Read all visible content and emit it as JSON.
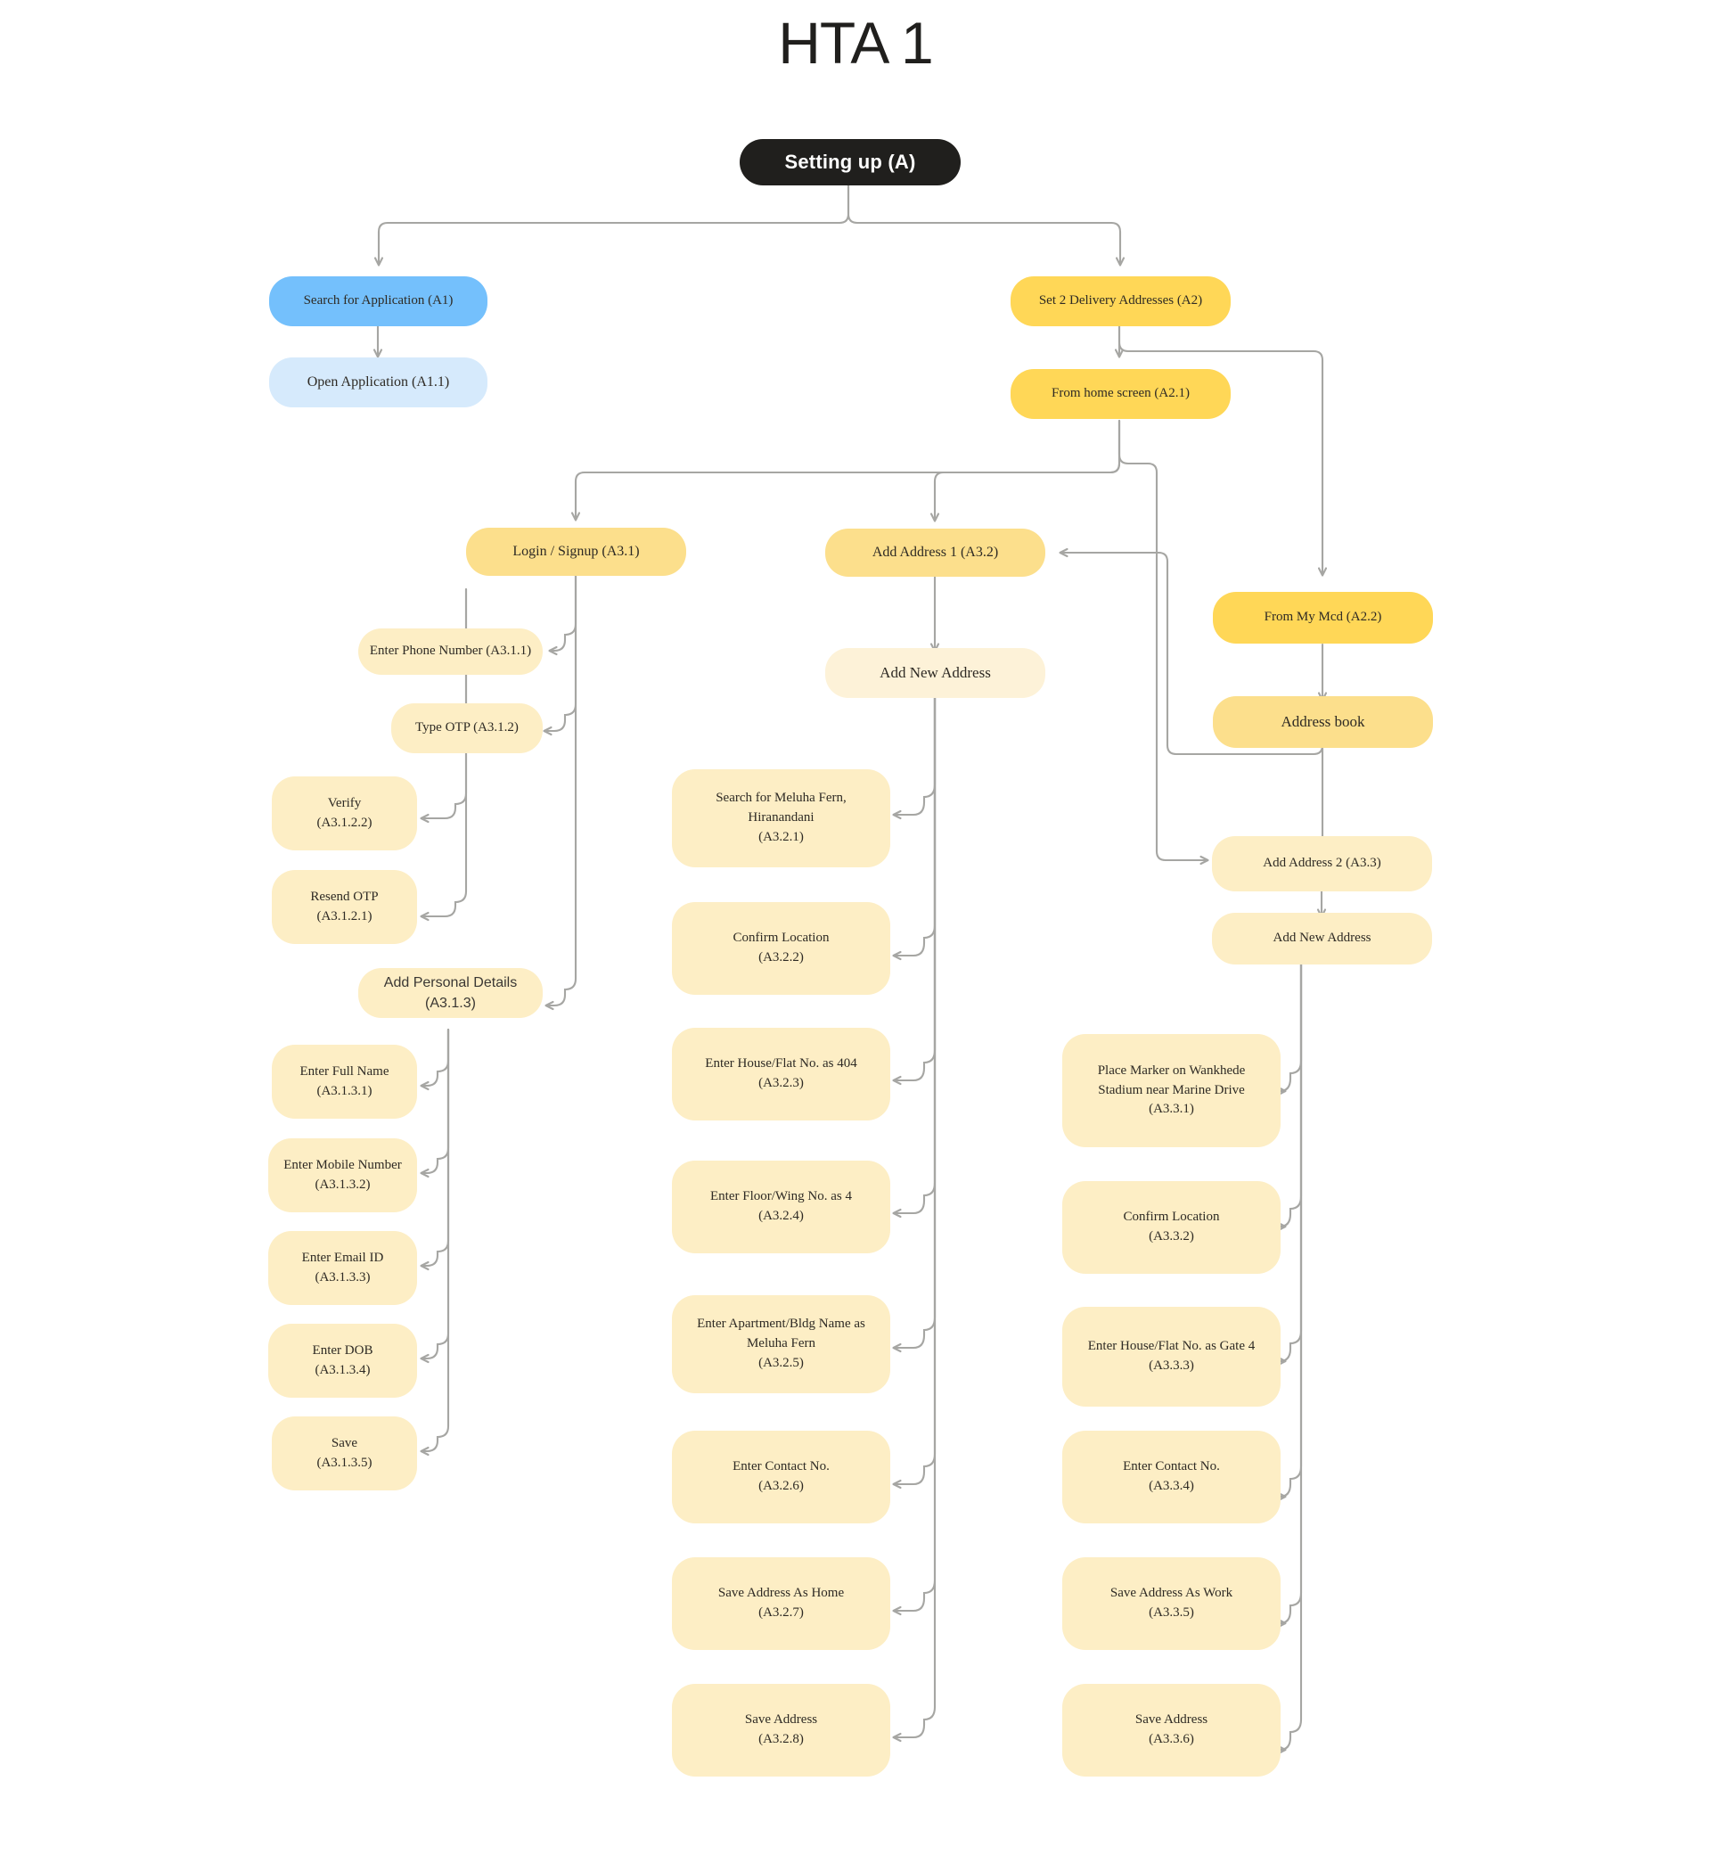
{
  "title": "HTA 1",
  "palette": {
    "root_bg": "#201f1d",
    "blue": "#74c0fc",
    "blue_light": "#d6eafc",
    "amber": "#ffd757",
    "amber_soft": "#fcdf8c",
    "cream": "#fdeec5",
    "cream_light": "#fdf2d8",
    "edge": "#a6a6a3",
    "text": "#2e2a24",
    "page_bg": "#ffffff"
  },
  "nodes": [
    {
      "id": "A",
      "lines": [
        "Setting up (A)"
      ]
    },
    {
      "id": "A1",
      "lines": [
        "Search for Application (A1)"
      ]
    },
    {
      "id": "A1_1",
      "lines": [
        "Open Application (A1.1)"
      ]
    },
    {
      "id": "A2",
      "lines": [
        "Set 2 Delivery Addresses (A2)"
      ]
    },
    {
      "id": "A2_1",
      "lines": [
        "From home screen (A2.1)"
      ]
    },
    {
      "id": "A2_2",
      "lines": [
        "From My Mcd (A2.2)"
      ]
    },
    {
      "id": "ABOOK",
      "lines": [
        "Address book"
      ]
    },
    {
      "id": "A3_1",
      "lines": [
        "Login / Signup (A3.1)"
      ]
    },
    {
      "id": "A3_1_1",
      "lines": [
        "Enter Phone Number (A3.1.1)"
      ]
    },
    {
      "id": "A3_1_2",
      "lines": [
        "Type OTP (A3.1.2)"
      ]
    },
    {
      "id": "A3_1_2_2",
      "lines": [
        "Verify",
        "(A3.1.2.2)"
      ]
    },
    {
      "id": "A3_1_2_1",
      "lines": [
        "Resend OTP",
        "(A3.1.2.1)"
      ]
    },
    {
      "id": "A3_1_3",
      "lines": [
        "Add Personal Details (A3.1.3)"
      ]
    },
    {
      "id": "A3_1_3_1",
      "lines": [
        "Enter Full Name",
        "(A3.1.3.1)"
      ]
    },
    {
      "id": "A3_1_3_2",
      "lines": [
        "Enter Mobile Number",
        "(A3.1.3.2)"
      ]
    },
    {
      "id": "A3_1_3_3",
      "lines": [
        "Enter Email ID",
        "(A3.1.3.3)"
      ]
    },
    {
      "id": "A3_1_3_4",
      "lines": [
        "Enter DOB",
        "(A3.1.3.4)"
      ]
    },
    {
      "id": "A3_1_3_5",
      "lines": [
        "Save",
        "(A3.1.3.5)"
      ]
    },
    {
      "id": "A3_2",
      "lines": [
        "Add Address 1 (A3.2)"
      ]
    },
    {
      "id": "ANA1",
      "lines": [
        "Add New Address"
      ]
    },
    {
      "id": "A3_2_1",
      "lines": [
        "Search for Meluha Fern,",
        "Hiranandani",
        "(A3.2.1)"
      ]
    },
    {
      "id": "A3_2_2",
      "lines": [
        "Confirm Location",
        "(A3.2.2)"
      ]
    },
    {
      "id": "A3_2_3",
      "lines": [
        "Enter House/Flat No. as 404",
        "(A3.2.3)"
      ]
    },
    {
      "id": "A3_2_4",
      "lines": [
        "Enter Floor/Wing No. as 4",
        "(A3.2.4)"
      ]
    },
    {
      "id": "A3_2_5",
      "lines": [
        "Enter Apartment/Bldg Name as",
        "Meluha Fern",
        "(A3.2.5)"
      ]
    },
    {
      "id": "A3_2_6",
      "lines": [
        "Enter Contact No.",
        "(A3.2.6)"
      ]
    },
    {
      "id": "A3_2_7",
      "lines": [
        "Save Address As Home",
        "(A3.2.7)"
      ]
    },
    {
      "id": "A3_2_8",
      "lines": [
        "Save Address",
        "(A3.2.8)"
      ]
    },
    {
      "id": "A3_3",
      "lines": [
        "Add Address 2 (A3.3)"
      ]
    },
    {
      "id": "ANA2",
      "lines": [
        "Add New Address"
      ]
    },
    {
      "id": "A3_3_1",
      "lines": [
        "Place Marker on Wankhede",
        "Stadium near Marine Drive",
        "(A3.3.1)"
      ]
    },
    {
      "id": "A3_3_2",
      "lines": [
        "Confirm Location",
        "(A3.3.2)"
      ]
    },
    {
      "id": "A3_3_3",
      "lines": [
        "Enter House/Flat No. as Gate 4",
        "(A3.3.3)"
      ]
    },
    {
      "id": "A3_3_4",
      "lines": [
        "Enter Contact No.",
        "(A3.3.4)"
      ]
    },
    {
      "id": "A3_3_5",
      "lines": [
        "Save Address As Work",
        "(A3.3.5)"
      ]
    },
    {
      "id": "A3_3_6",
      "lines": [
        "Save Address",
        "(A3.3.6)"
      ]
    }
  ],
  "edges": [
    {
      "from": "A",
      "to": "A1"
    },
    {
      "from": "A",
      "to": "A2"
    },
    {
      "from": "A1",
      "to": "A1_1"
    },
    {
      "from": "A2",
      "to": "A2_1"
    },
    {
      "from": "A2",
      "to": "A2_2"
    },
    {
      "from": "A2_1",
      "to": "A3_1"
    },
    {
      "from": "A2_1",
      "to": "A3_2"
    },
    {
      "from": "A2_1",
      "to": "A3_3"
    },
    {
      "from": "A2_2",
      "to": "ABOOK"
    },
    {
      "from": "ABOOK",
      "to": "A3_2"
    },
    {
      "from": "ABOOK",
      "to": "A3_3"
    },
    {
      "from": "A3_1",
      "to": "A3_1_1"
    },
    {
      "from": "A3_1",
      "to": "A3_1_2"
    },
    {
      "from": "A3_1",
      "to": "A3_1_3"
    },
    {
      "from": "A3_1_2",
      "to": "A3_1_2_2"
    },
    {
      "from": "A3_1_2",
      "to": "A3_1_2_1"
    },
    {
      "from": "A3_1_3",
      "to": "A3_1_3_1"
    },
    {
      "from": "A3_1_3",
      "to": "A3_1_3_2"
    },
    {
      "from": "A3_1_3",
      "to": "A3_1_3_3"
    },
    {
      "from": "A3_1_3",
      "to": "A3_1_3_4"
    },
    {
      "from": "A3_1_3",
      "to": "A3_1_3_5"
    },
    {
      "from": "A3_2",
      "to": "ANA1"
    },
    {
      "from": "ANA1",
      "to": "A3_2_1"
    },
    {
      "from": "ANA1",
      "to": "A3_2_2"
    },
    {
      "from": "ANA1",
      "to": "A3_2_3"
    },
    {
      "from": "ANA1",
      "to": "A3_2_4"
    },
    {
      "from": "ANA1",
      "to": "A3_2_5"
    },
    {
      "from": "ANA1",
      "to": "A3_2_6"
    },
    {
      "from": "ANA1",
      "to": "A3_2_7"
    },
    {
      "from": "ANA1",
      "to": "A3_2_8"
    },
    {
      "from": "A3_3",
      "to": "ANA2"
    },
    {
      "from": "ANA2",
      "to": "A3_3_1"
    },
    {
      "from": "ANA2",
      "to": "A3_3_2"
    },
    {
      "from": "ANA2",
      "to": "A3_3_3"
    },
    {
      "from": "ANA2",
      "to": "A3_3_4"
    },
    {
      "from": "ANA2",
      "to": "A3_3_5"
    },
    {
      "from": "ANA2",
      "to": "A3_3_6"
    }
  ]
}
